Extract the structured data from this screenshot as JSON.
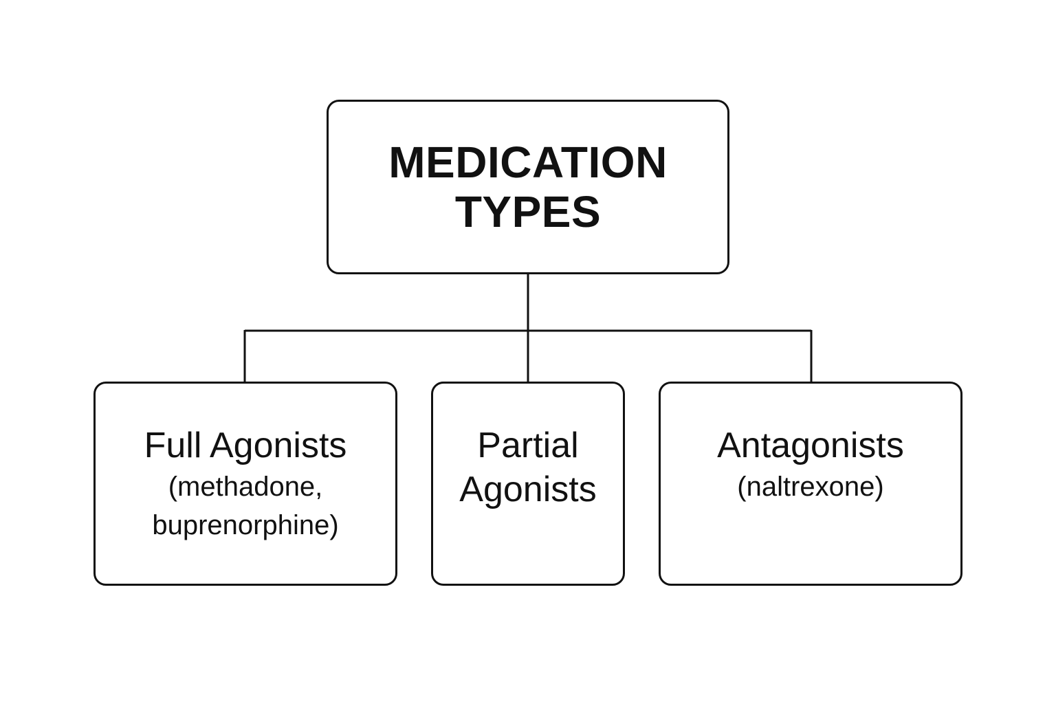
{
  "diagram": {
    "root": {
      "title_line1": "MEDICATION",
      "title_line2": "TYPES"
    },
    "children": [
      {
        "label": "Full Agonists",
        "detail": "(methadone, buprenorphine)"
      },
      {
        "label_line1": "Partial",
        "label_line2": "Agonists",
        "detail": ""
      },
      {
        "label": "Antagonists",
        "detail": "(naltrexone)"
      }
    ]
  }
}
